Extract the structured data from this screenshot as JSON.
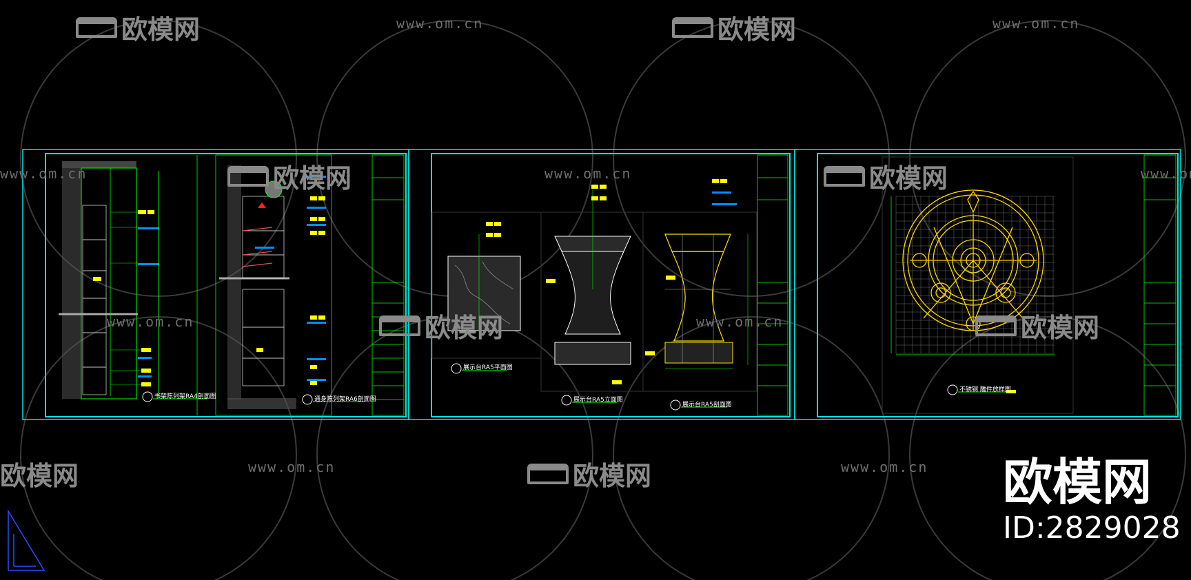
{
  "watermark": {
    "url_text": "www.om.cn",
    "logo_text": "欧模网"
  },
  "brand": {
    "name": "欧模网",
    "id_text": "ID:2829028"
  },
  "drawings": {
    "sheet1": {
      "caption_left": "书架陈列架RA4剖面图",
      "caption_right": "通身陈列架RA6剖面图"
    },
    "sheet2": {
      "caption_plan": "展示台RA5平面图",
      "caption_elev": "展示台RA5立面图",
      "caption_section": "展示台RA5剖面图"
    },
    "sheet3": {
      "caption": "不锈钢 雕件放样图"
    }
  },
  "colors": {
    "background": "#000000",
    "frame": "#00e5e5",
    "line": "#00ff00",
    "yellow": "#ffff00",
    "blue": "#0090ff",
    "watermark": "#6e6e6e"
  }
}
